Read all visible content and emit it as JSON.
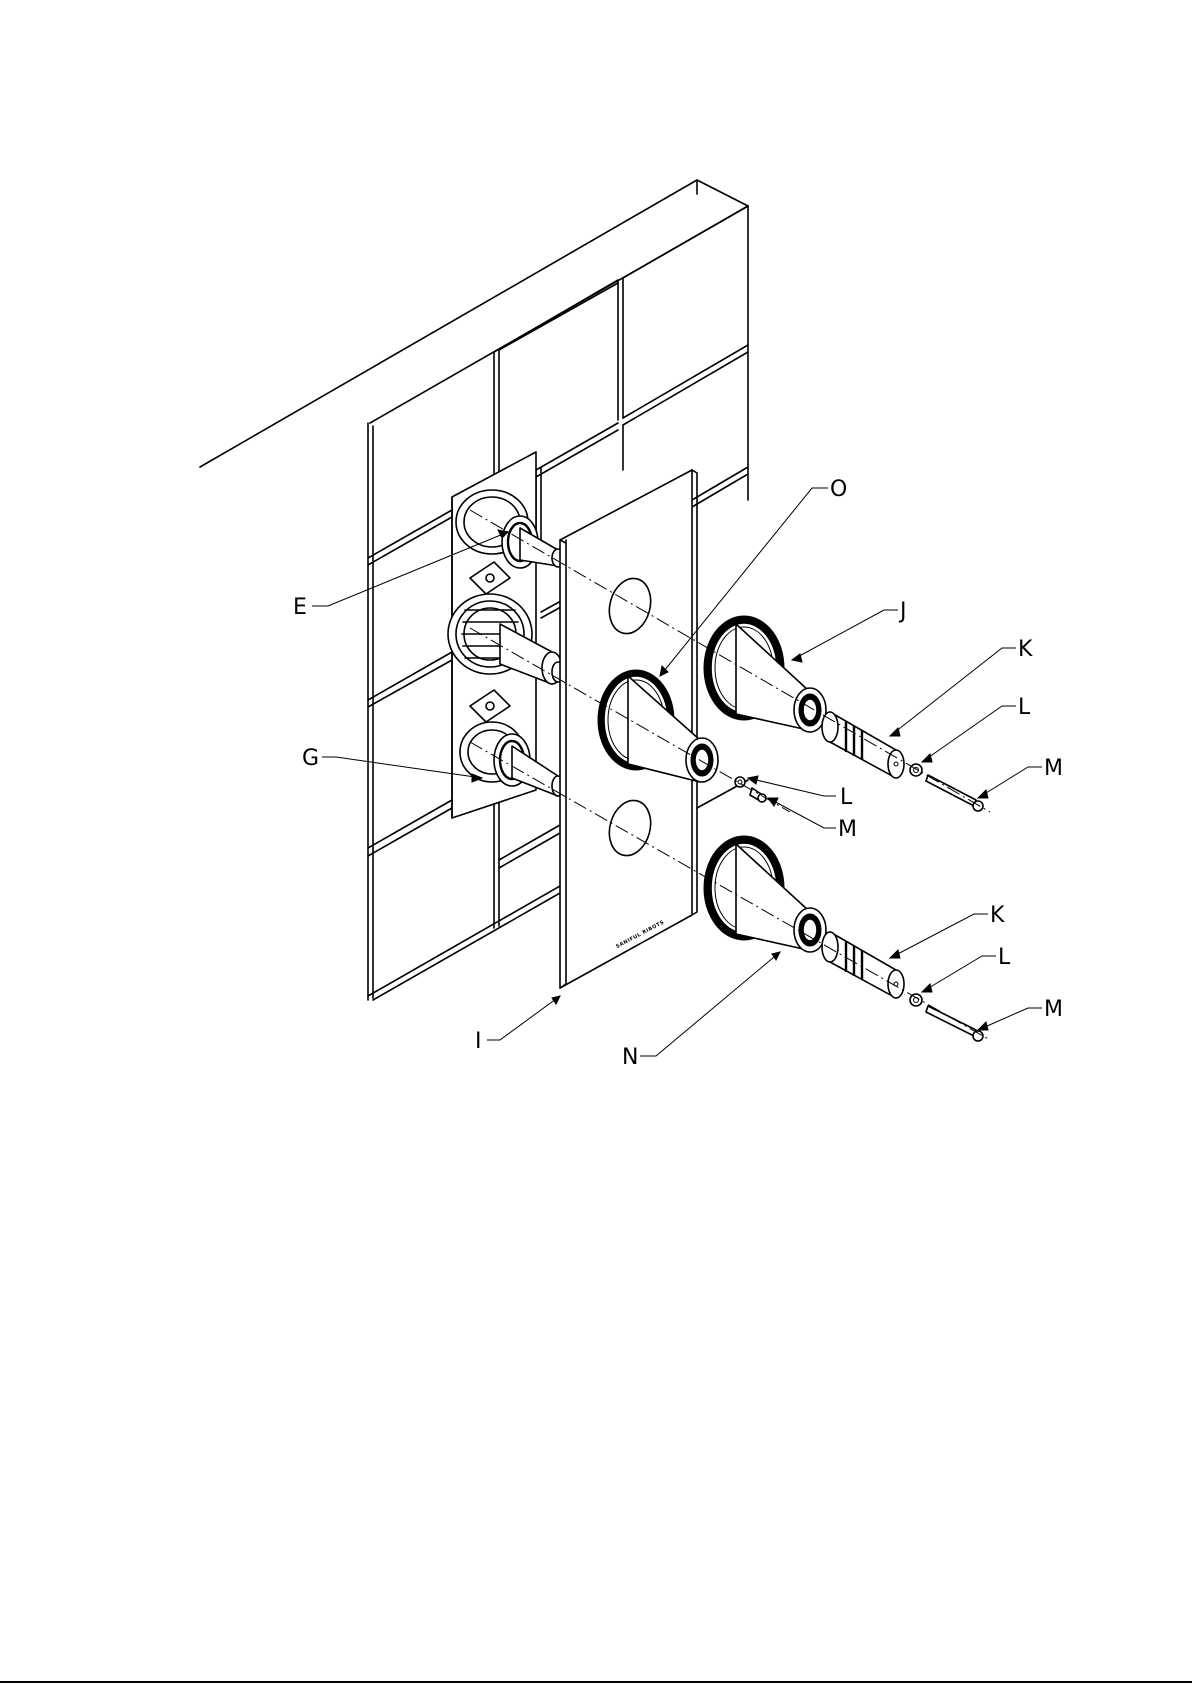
{
  "diagram": {
    "callouts": [
      {
        "id": "E",
        "label": "E"
      },
      {
        "id": "G",
        "label": "G"
      },
      {
        "id": "I",
        "label": "I"
      },
      {
        "id": "N",
        "label": "N"
      },
      {
        "id": "O",
        "label": "O"
      },
      {
        "id": "J",
        "label": "J"
      },
      {
        "id": "K1",
        "label": "K"
      },
      {
        "id": "L1",
        "label": "L"
      },
      {
        "id": "M1",
        "label": "M"
      },
      {
        "id": "L2",
        "label": "L"
      },
      {
        "id": "M2",
        "label": "M"
      },
      {
        "id": "K2",
        "label": "K"
      },
      {
        "id": "L3",
        "label": "L"
      },
      {
        "id": "M3",
        "label": "M"
      }
    ],
    "colors": {
      "line": "#000000",
      "background": "#ffffff"
    }
  }
}
